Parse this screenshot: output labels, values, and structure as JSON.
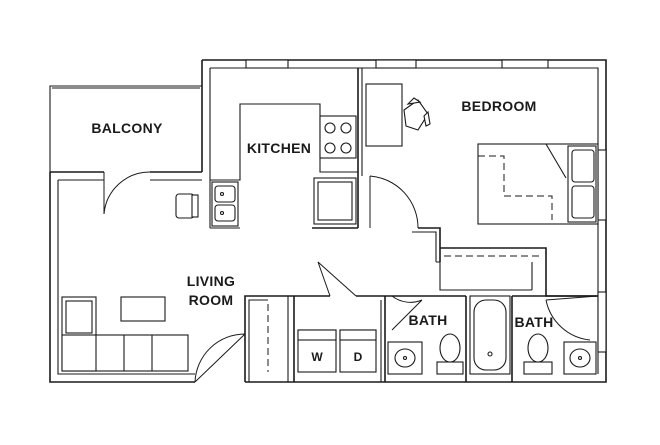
{
  "rooms": {
    "balcony": "BALCONY",
    "kitchen": "KITCHEN",
    "bedroom": "BEDROOM",
    "living_line1": "LIVING",
    "living_line2": "ROOM",
    "bath_1": "BATH",
    "bath_2": "BATH"
  },
  "appliances": {
    "washer": "W",
    "dryer": "D"
  },
  "icons": [
    "window-icon",
    "door-swing-icon",
    "sofa-icon",
    "coffee-table-icon",
    "sink-icon",
    "stove-icon",
    "refrigerator-icon",
    "bed-icon",
    "desk-icon",
    "chair-icon",
    "toilet-icon",
    "bathtub-icon",
    "washer-icon",
    "dryer-icon"
  ]
}
